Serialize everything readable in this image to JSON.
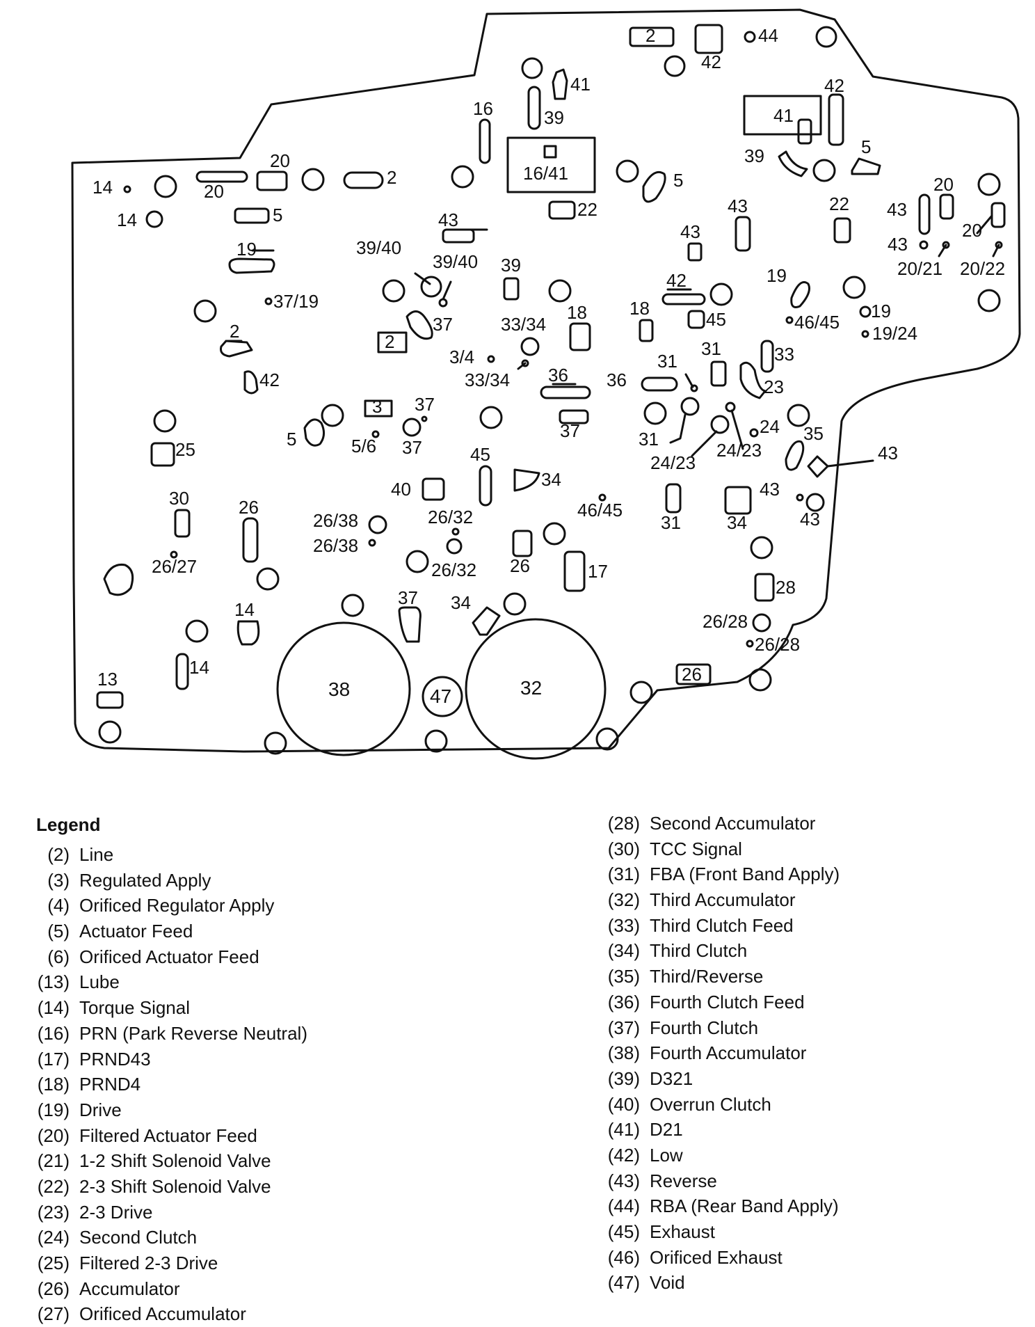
{
  "diagram": {
    "labels": {
      "l2a": "2",
      "l44": "44",
      "l42a": "42",
      "l41a": "41",
      "l39a": "39",
      "l16a": "16",
      "l16_41": "16/41",
      "l5a": "5",
      "l22a": "22",
      "l41b": "41",
      "l42b": "42",
      "l39b": "39",
      "l5b": "5",
      "l20a": "20",
      "l20b": "20",
      "l14a": "14",
      "l2b": "2",
      "l14b": "14",
      "l5c": "5",
      "l43a": "43",
      "l43b": "43",
      "l43c": "43",
      "l22b": "22",
      "l43d": "43",
      "l20c": "20",
      "l20d": "20",
      "l43e": "43",
      "l20_21": "20/21",
      "l20_22": "20/22",
      "l39_40a": "39/40",
      "l39_40b": "39/40",
      "l39c": "39",
      "l19a": "19",
      "l37_19": "37/19",
      "l42c": "42",
      "l19b": "19",
      "l19c": "19",
      "l46_45a": "46/45",
      "l19_24": "19/24",
      "l37a": "37",
      "l33_34a": "33/34",
      "l18a": "18",
      "l18b": "18",
      "l45a": "45",
      "l2c": "2",
      "l2d": "2",
      "l3_4": "3/4",
      "l33_34b": "33/34",
      "l31a": "31",
      "l31b": "31",
      "l33": "33",
      "l36a": "36",
      "l36b": "36",
      "l23": "23",
      "l42d": "42",
      "l3": "3",
      "l37b": "37",
      "l37c": "37",
      "l37d": "37",
      "l5d": "5",
      "l5_6": "5/6",
      "l24": "24",
      "l31c": "31",
      "l24_23a": "24/23",
      "l24_23b": "24/23",
      "l35": "35",
      "l43f": "43",
      "l25": "25",
      "l45b": "45",
      "l34a": "34",
      "l40": "40",
      "l46_45b": "46/45",
      "l43g": "43",
      "l43h": "43",
      "l30": "30",
      "l26a": "26",
      "l26_38a": "26/38",
      "l26_32a": "26/32",
      "l31d": "31",
      "l34b": "34",
      "l26_38b": "26/38",
      "l26_27": "26/27",
      "l26_32b": "26/32",
      "l26b": "26",
      "l17": "17",
      "l28": "28",
      "l14c": "14",
      "l37e": "37",
      "l34c": "34",
      "l26_28a": "26/28",
      "l26_28b": "26/28",
      "l14d": "14",
      "l13": "13",
      "l38": "38",
      "l47": "47",
      "l32": "32",
      "l26c": "26"
    }
  },
  "legend": {
    "title": "Legend",
    "left": [
      {
        "code": "(2)",
        "text": "Line"
      },
      {
        "code": "(3)",
        "text": "Regulated Apply"
      },
      {
        "code": "(4)",
        "text": "Orificed Regulator Apply"
      },
      {
        "code": "(5)",
        "text": "Actuator Feed"
      },
      {
        "code": "(6)",
        "text": "Orificed Actuator Feed"
      },
      {
        "code": "(13)",
        "text": "Lube"
      },
      {
        "code": "(14)",
        "text": "Torque Signal"
      },
      {
        "code": "(16)",
        "text": "PRN (Park Reverse Neutral)"
      },
      {
        "code": "(17)",
        "text": "PRND43"
      },
      {
        "code": "(18)",
        "text": "PRND4"
      },
      {
        "code": "(19)",
        "text": "Drive"
      },
      {
        "code": "(20)",
        "text": "Filtered Actuator Feed"
      },
      {
        "code": "(21)",
        "text": "1-2 Shift Solenoid Valve"
      },
      {
        "code": "(22)",
        "text": "2-3 Shift Solenoid Valve"
      },
      {
        "code": "(23)",
        "text": "2-3 Drive"
      },
      {
        "code": "(24)",
        "text": "Second Clutch"
      },
      {
        "code": "(25)",
        "text": "Filtered 2-3 Drive"
      },
      {
        "code": "(26)",
        "text": "Accumulator"
      },
      {
        "code": "(27)",
        "text": "Orificed Accumulator"
      }
    ],
    "right": [
      {
        "code": "(28)",
        "text": "Second Accumulator"
      },
      {
        "code": "(30)",
        "text": "TCC Signal"
      },
      {
        "code": "(31)",
        "text": "FBA (Front Band Apply)"
      },
      {
        "code": "(32)",
        "text": "Third Accumulator"
      },
      {
        "code": "(33)",
        "text": "Third Clutch Feed"
      },
      {
        "code": "(34)",
        "text": "Third Clutch"
      },
      {
        "code": "(35)",
        "text": "Third/Reverse"
      },
      {
        "code": "(36)",
        "text": "Fourth Clutch Feed"
      },
      {
        "code": "(37)",
        "text": "Fourth Clutch"
      },
      {
        "code": "(38)",
        "text": "Fourth Accumulator"
      },
      {
        "code": "(39)",
        "text": "D321"
      },
      {
        "code": "(40)",
        "text": "Overrun Clutch"
      },
      {
        "code": "(41)",
        "text": "D21"
      },
      {
        "code": "(42)",
        "text": "Low"
      },
      {
        "code": "(43)",
        "text": "Reverse"
      },
      {
        "code": "(44)",
        "text": "RBA (Rear Band Apply)"
      },
      {
        "code": "(45)",
        "text": "Exhaust"
      },
      {
        "code": "(46)",
        "text": "Orificed Exhaust"
      },
      {
        "code": "(47)",
        "text": "Void"
      }
    ]
  }
}
